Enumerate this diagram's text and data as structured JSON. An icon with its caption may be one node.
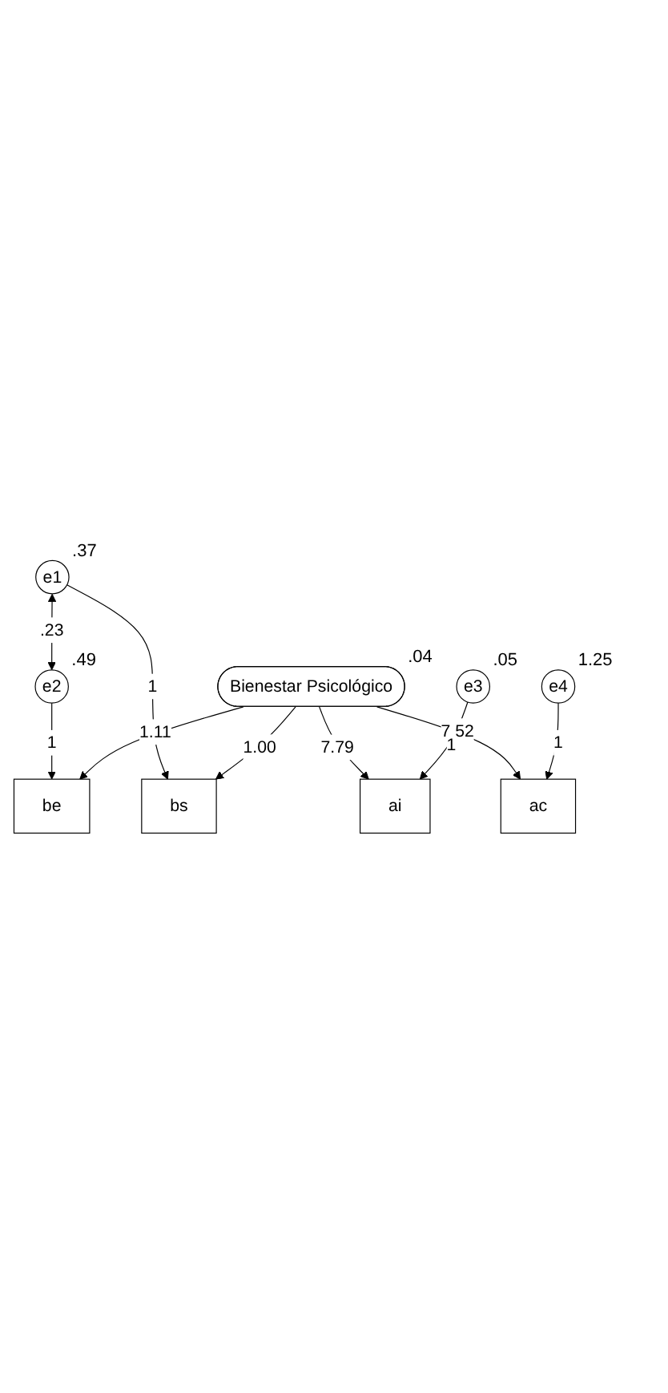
{
  "diagram": {
    "nodes": [
      {
        "text": [
          "e1"
        ],
        "beside": [
          ".37"
        ]
      },
      {
        "text": [
          "e2"
        ],
        "beside": [
          ".49"
        ]
      },
      {
        "text": [
          "bs"
        ]
      },
      {
        "text": [
          "be"
        ]
      },
      {
        "text": [
          "Bienestar Psicológico"
        ],
        "beside": [
          ".04"
        ]
      },
      {
        "text": [
          "ai"
        ]
      },
      {
        "text": [
          "ac"
        ]
      },
      {
        "text": [
          "e3"
        ],
        "beside": [
          ".05"
        ]
      },
      {
        "text": [
          "e4"
        ],
        "beside": [
          "1.25"
        ]
      }
    ],
    "edges": [
      {
        "from": 0,
        "to": 1,
        "arrow": "both",
        "label": ".23"
      },
      {
        "from": 0,
        "to": 2,
        "arrow": "to",
        "label": "1"
      },
      {
        "from": 1,
        "to": 3,
        "arrow": "to",
        "label": "1"
      },
      {
        "from": 4,
        "to": 2,
        "arrow": "to",
        "label": "1.00"
      },
      {
        "from": 4,
        "to": 3,
        "arrow": "to",
        "label": "1.11"
      },
      {
        "from": 4,
        "to": 5,
        "arrow": "to",
        "label": "7.79"
      },
      {
        "from": 4,
        "to": 6,
        "arrow": "to",
        "label": "7.52"
      },
      {
        "from": 7,
        "to": 5,
        "arrow": "to",
        "label": "1"
      },
      {
        "from": 8,
        "to": 6,
        "arrow": "to",
        "label": "1"
      }
    ]
  }
}
